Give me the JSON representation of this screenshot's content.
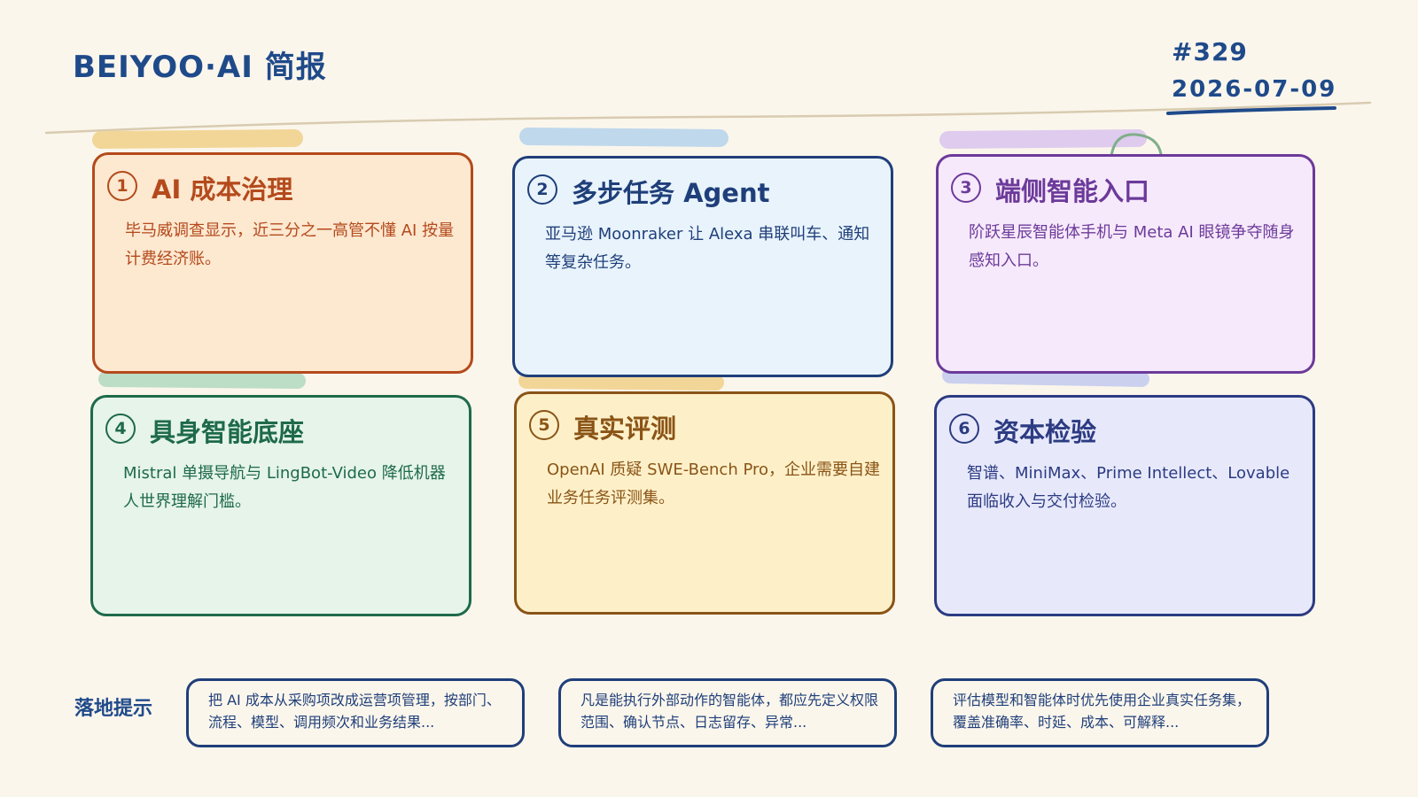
{
  "header": {
    "title": "BEIYOO·AI 简报",
    "issue": "#329",
    "date": "2026-07-09"
  },
  "colors": {
    "background": "#fbf6ec",
    "navy": "#1f4a8a",
    "card_orange": "#b44a1c",
    "card_blue": "#1f3f7a",
    "card_purple": "#6c3a9a",
    "card_green": "#1e6a4a",
    "card_yellow": "#8a5416",
    "card_indigo": "#2c3b82"
  },
  "cards": [
    {
      "number": "1",
      "title": "AI 成本治理",
      "desc": "毕马威调查显示，近三分之一高管不懂 AI 按量计费经济账。"
    },
    {
      "number": "2",
      "title": "多步任务 Agent",
      "desc": "亚马逊 Moonraker 让 Alexa 串联叫车、通知等复杂任务。"
    },
    {
      "number": "3",
      "title": "端侧智能入口",
      "desc": "阶跃星辰智能体手机与 Meta AI 眼镜争夺随身感知入口。"
    },
    {
      "number": "4",
      "title": "具身智能底座",
      "desc": "Mistral 单摄导航与 LingBot-Video 降低机器人世界理解门槛。"
    },
    {
      "number": "5",
      "title": "真实评测",
      "desc": "OpenAI 质疑 SWE-Bench Pro，企业需要自建业务任务评测集。"
    },
    {
      "number": "6",
      "title": "资本检验",
      "desc": "智谱、MiniMax、Prime Intellect、Lovable 面临收入与交付检验。"
    }
  ],
  "tips": {
    "label": "落地提示",
    "items": [
      "把 AI 成本从采购项改成运营项管理，按部门、流程、模型、调用频次和业务结果...",
      "凡是能执行外部动作的智能体，都应先定义权限范围、确认节点、日志留存、异常...",
      "评估模型和智能体时优先使用企业真实任务集，覆盖准确率、时延、成本、可解释..."
    ]
  }
}
